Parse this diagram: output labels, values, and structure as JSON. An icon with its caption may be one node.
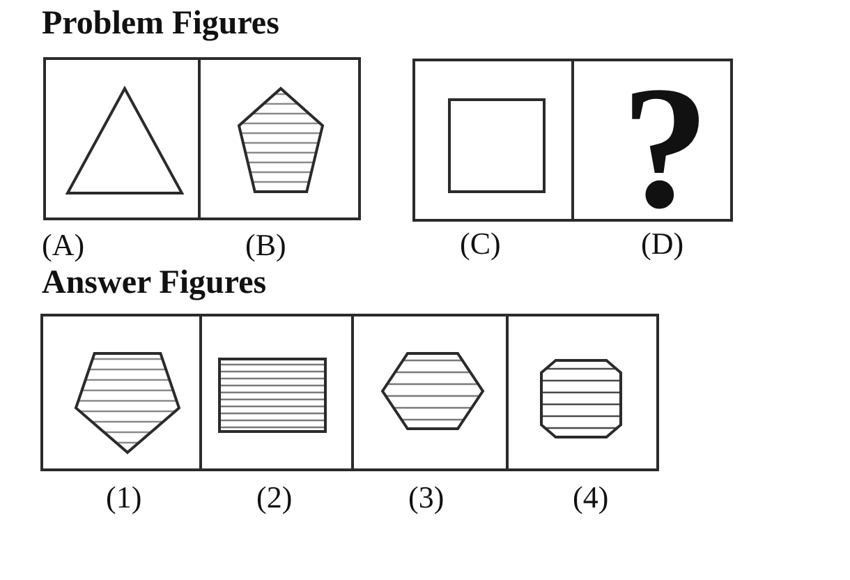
{
  "diagram": {
    "nodes": [
      {
        "text": [],
        "shape": "box",
        "beside": [
          "(A)"
        ]
      },
      {
        "text": [],
        "shape": "triangle",
        "in": 0
      },
      {
        "text": [],
        "shape": "box",
        "beside": [
          "(B)"
        ]
      },
      {
        "text": [],
        "shape": "pentagon",
        "in": 2
      },
      {
        "text": [],
        "shape": "box",
        "beside": [
          "(C)"
        ]
      },
      {
        "text": [],
        "shape": "square",
        "in": 4
      },
      {
        "text": [
          "?"
        ],
        "beside": [
          "(D)"
        ]
      },
      {
        "text": [],
        "shape": "box",
        "beside": [
          "(1)"
        ]
      },
      {
        "text": [],
        "shape": "pentagon",
        "in": 7
      },
      {
        "text": [],
        "shape": "box",
        "beside": [
          "(2)"
        ]
      },
      {
        "text": [],
        "shape": "rectangle",
        "in": 9
      },
      {
        "text": [],
        "shape": "box",
        "beside": [
          "(3)"
        ]
      },
      {
        "text": [],
        "shape": "hexagon",
        "in": 11
      },
      {
        "text": [],
        "shape": "box",
        "beside": [
          "(4)"
        ]
      },
      {
        "text": [],
        "shape": "octagon",
        "in": 13
      }
    ],
    "labels": [
      "Problem Figures",
      "Answer Figures"
    ]
  }
}
